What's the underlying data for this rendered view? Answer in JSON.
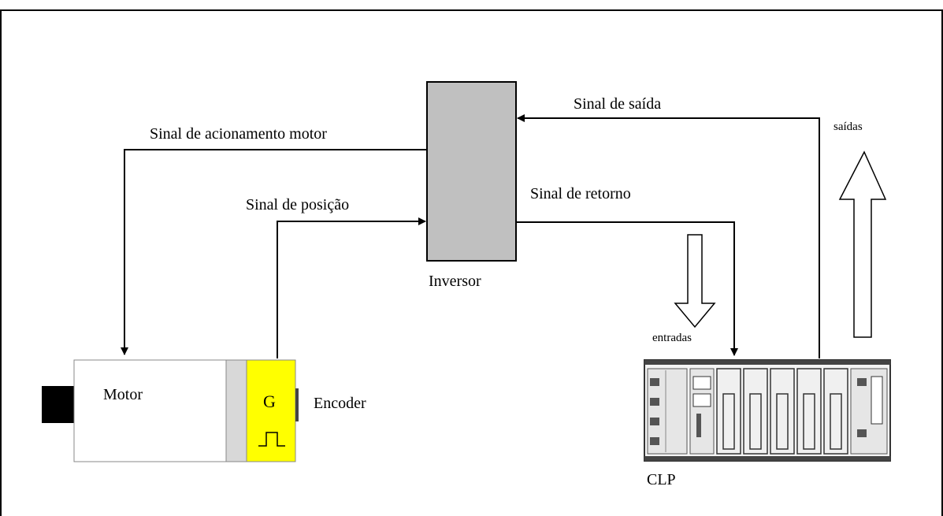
{
  "labels": {
    "drive_signal": "Sinal de acionamento motor",
    "position_signal": "Sinal de posição",
    "output_signal": "Sinal de saída",
    "return_signal": "Sinal de retorno",
    "outputs": "saídas",
    "inputs": "entradas",
    "inverter": "Inversor",
    "motor": "Motor",
    "encoder": "Encoder",
    "encoder_symbol": "G",
    "plc": "CLP"
  },
  "colors": {
    "inverter_fill": "#c0c0c0",
    "encoder_fill": "#ffff00",
    "motor_fill": "#ffffff",
    "coupling_fill": "#d8d8d8",
    "shaft_fill": "#000000",
    "line": "#000000"
  }
}
